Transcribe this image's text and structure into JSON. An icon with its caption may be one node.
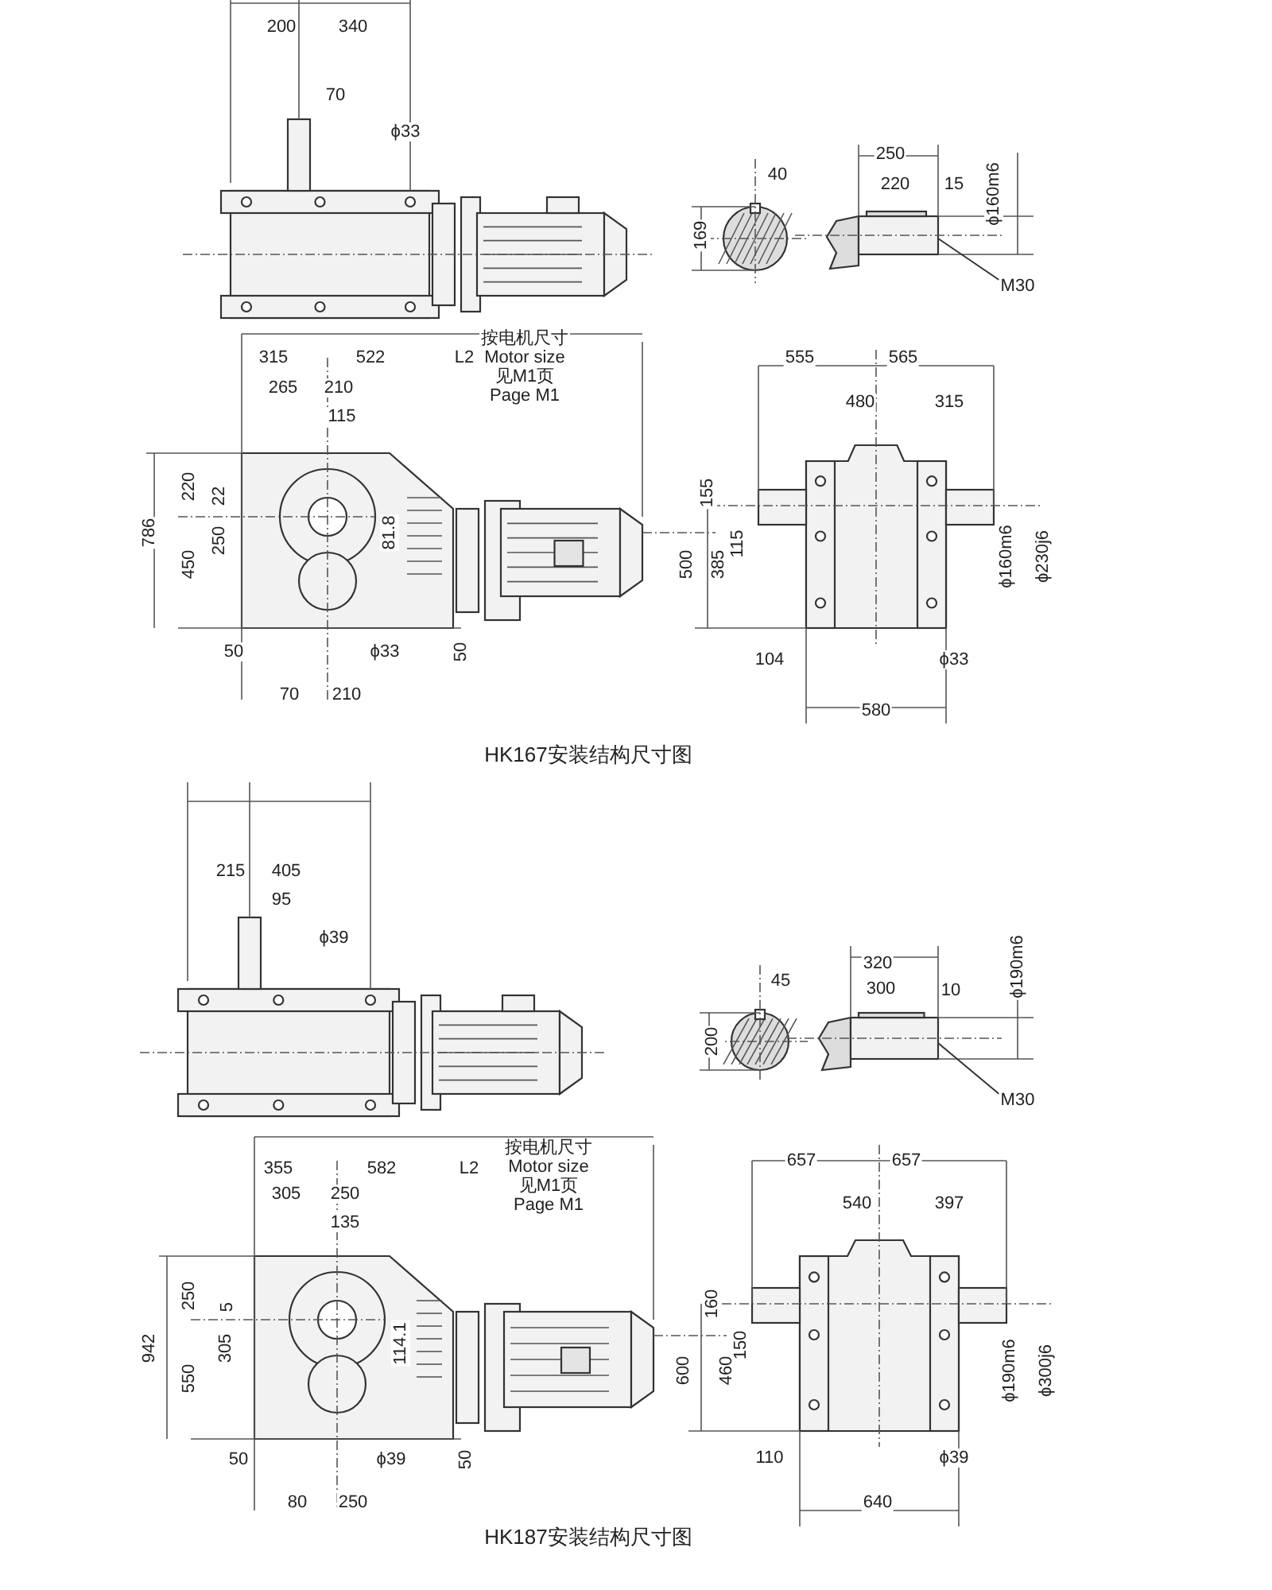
{
  "diagram": {
    "nodes": [
      {
        "text": [
          "M30"
        ]
      },
      {
        "text": [
          "M30"
        ]
      }
    ],
    "edges": [
      {
        "from": 0,
        "to": null,
        "arrow": "none"
      },
      {
        "from": 1,
        "to": null,
        "arrow": "none"
      }
    ],
    "labels": [
      "200",
      "340",
      "70",
      "ϕ33",
      "40",
      "169",
      "250",
      "220",
      "15",
      "ϕ160m6",
      "315",
      "522",
      "L2",
      "按电机尺寸",
      "Motor size",
      "见M1页",
      "Page M1",
      "265",
      "210",
      "115",
      "220",
      "22",
      "250",
      "450",
      "786",
      "81.8",
      "50",
      "ϕ33",
      "50",
      "70",
      "210",
      "555",
      "565",
      "480",
      "315",
      "155",
      "385",
      "115",
      "500",
      "ϕ160m6",
      "ϕ230j6",
      "104",
      "ϕ33",
      "580",
      "HK167安装结构尺寸图",
      "215",
      "405",
      "95",
      "ϕ39",
      "45",
      "200",
      "320",
      "300",
      "10",
      "ϕ190m6",
      "355",
      "582",
      "L2",
      "按电机尺寸",
      "Motor size",
      "见M1页",
      "Page M1",
      "305",
      "250",
      "135",
      "250",
      "5",
      "305",
      "550",
      "942",
      "114.1",
      "50",
      "ϕ39",
      "50",
      "80",
      "250",
      "657",
      "657",
      "540",
      "397",
      "160",
      "460",
      "150",
      "600",
      "ϕ190m6",
      "ϕ300j6",
      "110",
      "ϕ39",
      "640",
      "HK187安装结构尺寸图"
    ]
  }
}
